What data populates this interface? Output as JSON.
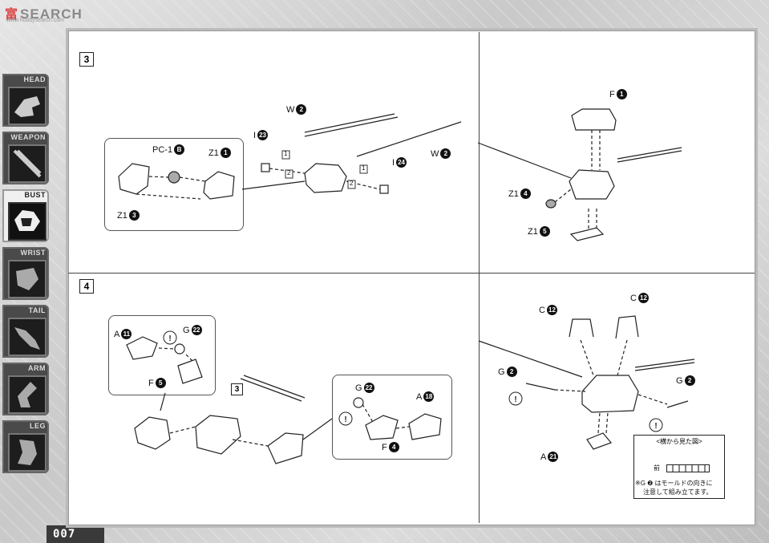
{
  "watermark": {
    "brand_cn": "富",
    "brand": "SEARCH",
    "url": "www.hobbysearch.com"
  },
  "sidebar": {
    "items": [
      {
        "label": "HEAD",
        "icon": "head-icon",
        "active": false
      },
      {
        "label": "WEAPON",
        "icon": "weapon-icon",
        "active": false
      },
      {
        "label": "BUST",
        "icon": "bust-icon",
        "active": true
      },
      {
        "label": "WRIST",
        "icon": "wrist-icon",
        "active": false
      },
      {
        "label": "TAIL",
        "icon": "tail-icon",
        "active": false
      },
      {
        "label": "ARM",
        "icon": "arm-icon",
        "active": false
      },
      {
        "label": "LEG",
        "icon": "leg-icon",
        "active": false
      }
    ]
  },
  "page_number": "007",
  "step3": {
    "badge": "3",
    "labels": {
      "w2a": {
        "part": "W",
        "num": "2"
      },
      "w2b": {
        "part": "W",
        "num": "2"
      },
      "i23": {
        "part": "I",
        "num": "23"
      },
      "i24": {
        "part": "I",
        "num": "24"
      },
      "pc1b": {
        "part": "PC-1",
        "num": "B"
      },
      "z11": {
        "part": "Z1",
        "num": "1"
      },
      "z13": {
        "part": "Z1",
        "num": "3"
      },
      "f1": {
        "part": "F",
        "num": "1"
      },
      "z14": {
        "part": "Z1",
        "num": "4"
      },
      "z15": {
        "part": "Z1",
        "num": "5"
      }
    },
    "order_marks": [
      "1",
      "2",
      "1",
      "2"
    ]
  },
  "step4": {
    "badge": "4",
    "sub_badge": "3",
    "labels": {
      "a11": {
        "part": "A",
        "num": "11"
      },
      "g22a": {
        "part": "G",
        "num": "22"
      },
      "f5": {
        "part": "F",
        "num": "5"
      },
      "g22b": {
        "part": "G",
        "num": "22"
      },
      "a18": {
        "part": "A",
        "num": "18"
      },
      "f4": {
        "part": "F",
        "num": "4"
      },
      "c12a": {
        "part": "C",
        "num": "12"
      },
      "c12b": {
        "part": "C",
        "num": "12"
      },
      "g2a": {
        "part": "G",
        "num": "2"
      },
      "g2b": {
        "part": "G",
        "num": "2"
      },
      "a21": {
        "part": "A",
        "num": "21"
      }
    },
    "note": {
      "title": "<横から見た図>",
      "side": "前",
      "text1": "※G ❷ はモールドの向きに",
      "text2": "注意して組み立てます。"
    }
  }
}
